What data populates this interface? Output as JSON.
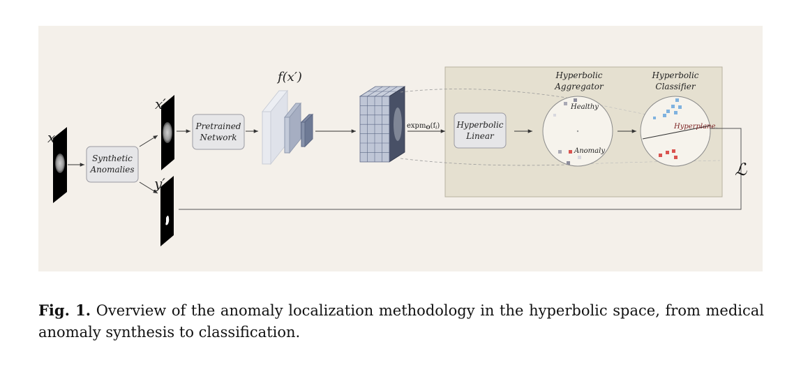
{
  "labels": {
    "input": "x",
    "synthetic_line1": "Synthetic",
    "synthetic_line2": "Anomalies",
    "x_prime": "x′",
    "y_prime": "y′",
    "pretrained_line1": "Pretrained",
    "pretrained_line2": "Network",
    "features": "f(x′)",
    "expmap_main": "expm",
    "expmap_sub": "O",
    "expmap_arg": "(f",
    "expmap_arg_sub": "i",
    "expmap_close": ")",
    "hyp_linear_line1": "Hyperbolic",
    "hyp_linear_line2": "Linear",
    "aggregator_line1": "Hyperbolic",
    "aggregator_line2": "Aggregator",
    "classifier_line1": "Hyperbolic",
    "classifier_line2": "Classifier",
    "healthy": "Healthy",
    "anomaly": "Anomaly",
    "hyperplane": "Hyperplane",
    "loss": "ℒ"
  },
  "colors": {
    "panel_bg": "#f4f0ea",
    "hyperbolic_region": "#e5e0d0",
    "box_fill": "#e6e6e8",
    "healthy": "#7fb2df",
    "anomaly": "#d9534f",
    "neutral_point": "#a9a9b5"
  },
  "caption": {
    "fig_label": "Fig. 1.",
    "text": "Overview of the anomaly localization methodology in the hyperbolic space, from medical anomaly synthesis to classification."
  }
}
